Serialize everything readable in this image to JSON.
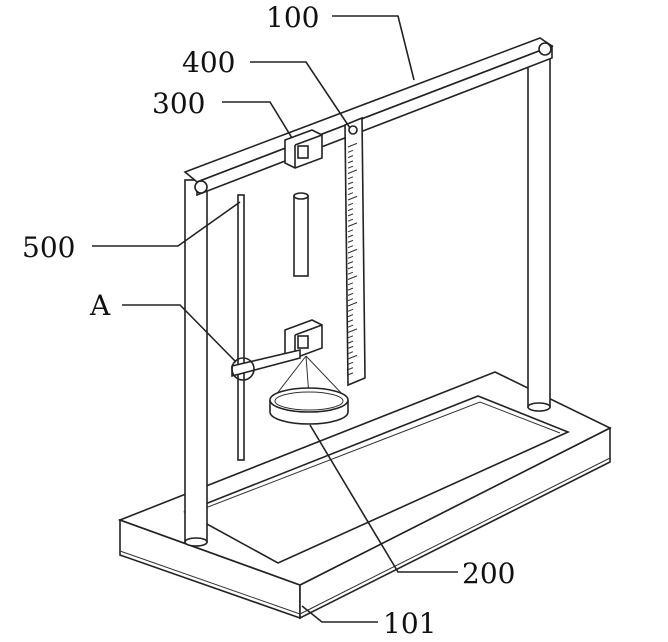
{
  "figure": {
    "labels": {
      "frame": "100",
      "ruler": "400",
      "upper_clamp": "300",
      "vertical_rod": "500",
      "detail": "A",
      "ring": "200",
      "base": "101"
    }
  }
}
